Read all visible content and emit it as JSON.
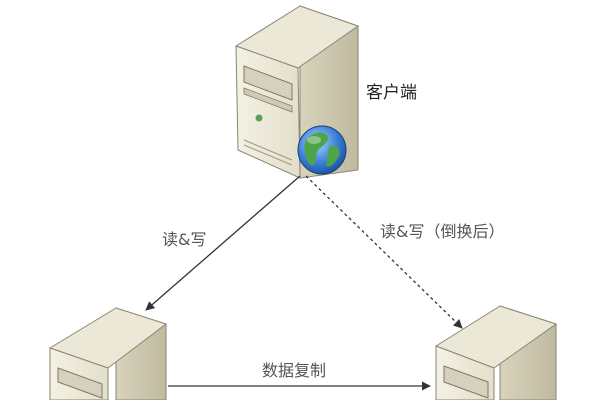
{
  "diagram": {
    "client": {
      "label": "客户端",
      "icons": [
        "server-icon",
        "globe-icon"
      ]
    },
    "primary": {
      "icon": "server-icon"
    },
    "replica": {
      "icon": "server-icon"
    },
    "edges": [
      {
        "from": "client",
        "to": "primary",
        "label": "读&写",
        "style": "solid"
      },
      {
        "from": "client",
        "to": "replica",
        "label": "读&写（倒换后）",
        "style": "dashed"
      },
      {
        "from": "primary",
        "to": "replica",
        "label": "数据复制",
        "style": "solid"
      }
    ]
  }
}
